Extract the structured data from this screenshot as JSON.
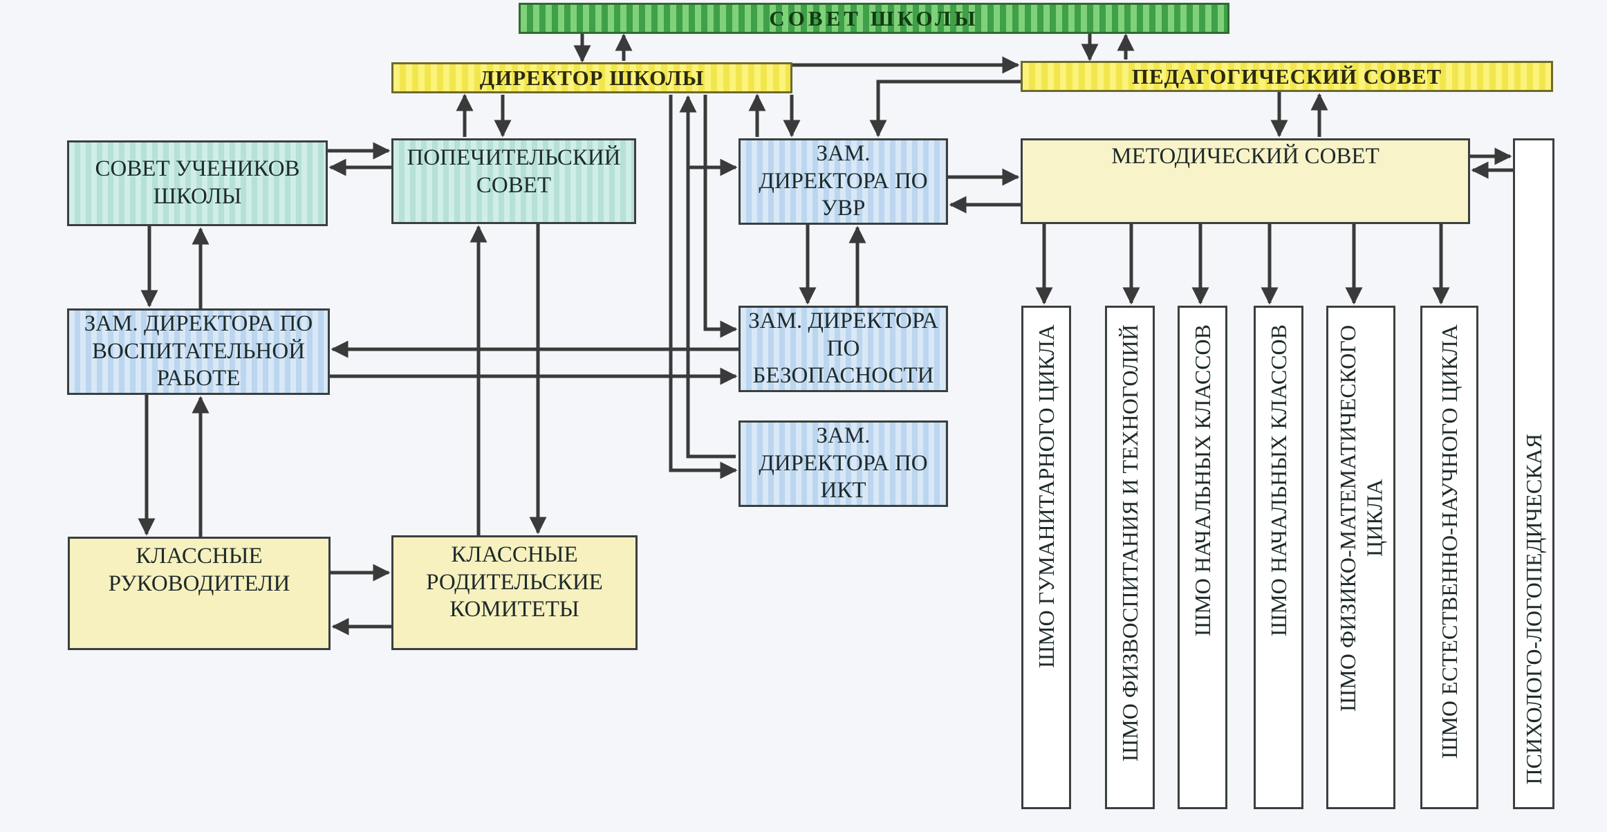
{
  "header": {
    "council": "СОВЕТ ШКОЛЫ",
    "director": "ДИРЕКТОР ШКОЛЫ",
    "ped_council": "ПЕДАГОГИЧЕСКИЙ СОВЕТ"
  },
  "left": {
    "students": "СОВЕТ УЧЕНИКОВ ШКОЛЫ",
    "trustees": "ПОПЕЧИТЕЛЬСКИЙ СОВЕТ",
    "deputy_upbringing": "ЗАМ. ДИРЕКТОРА ПО ВОСПИТАТЕЛЬНОЙ РАБОТЕ",
    "class_teachers": "КЛАССНЫЕ РУКОВОДИТЕЛИ",
    "parent_committees": "КЛАССНЫЕ РОДИТЕЛЬСКИЕ КОМИТЕТЫ"
  },
  "center": {
    "deputy_uvr": "ЗАМ. ДИРЕКТОРА ПО УВР",
    "deputy_safety": "ЗАМ. ДИРЕКТОРА ПО БЕЗОПАСНОСТИ",
    "deputy_ict": "ЗАМ. ДИРЕКТОРА ПО ИКТ"
  },
  "right": {
    "methodical": "МЕТОДИЧЕСКИЙ СОВЕТ",
    "shmo": [
      "ШМО ГУМАНИТАРНОГО ЦИКЛА",
      "ШМО ФИЗВОСПИТАНИЯ И ТЕХНОГОЛИЙ",
      "ШМО НАЧАЛЬНЫХ КЛАССОВ",
      "ШМО НАЧАЛЬНЫХ КЛАССОВ",
      "ШМО ФИЗИКО-МАТЕМАТИЧЕСКОГО ЦИКЛА",
      "ШМО ЕСТЕСТВЕННО-НАУЧНОГО ЦИКЛА"
    ],
    "psych": "ПСИХОЛОГО-ЛОГОПЕДИЧЕСКАЯ"
  }
}
